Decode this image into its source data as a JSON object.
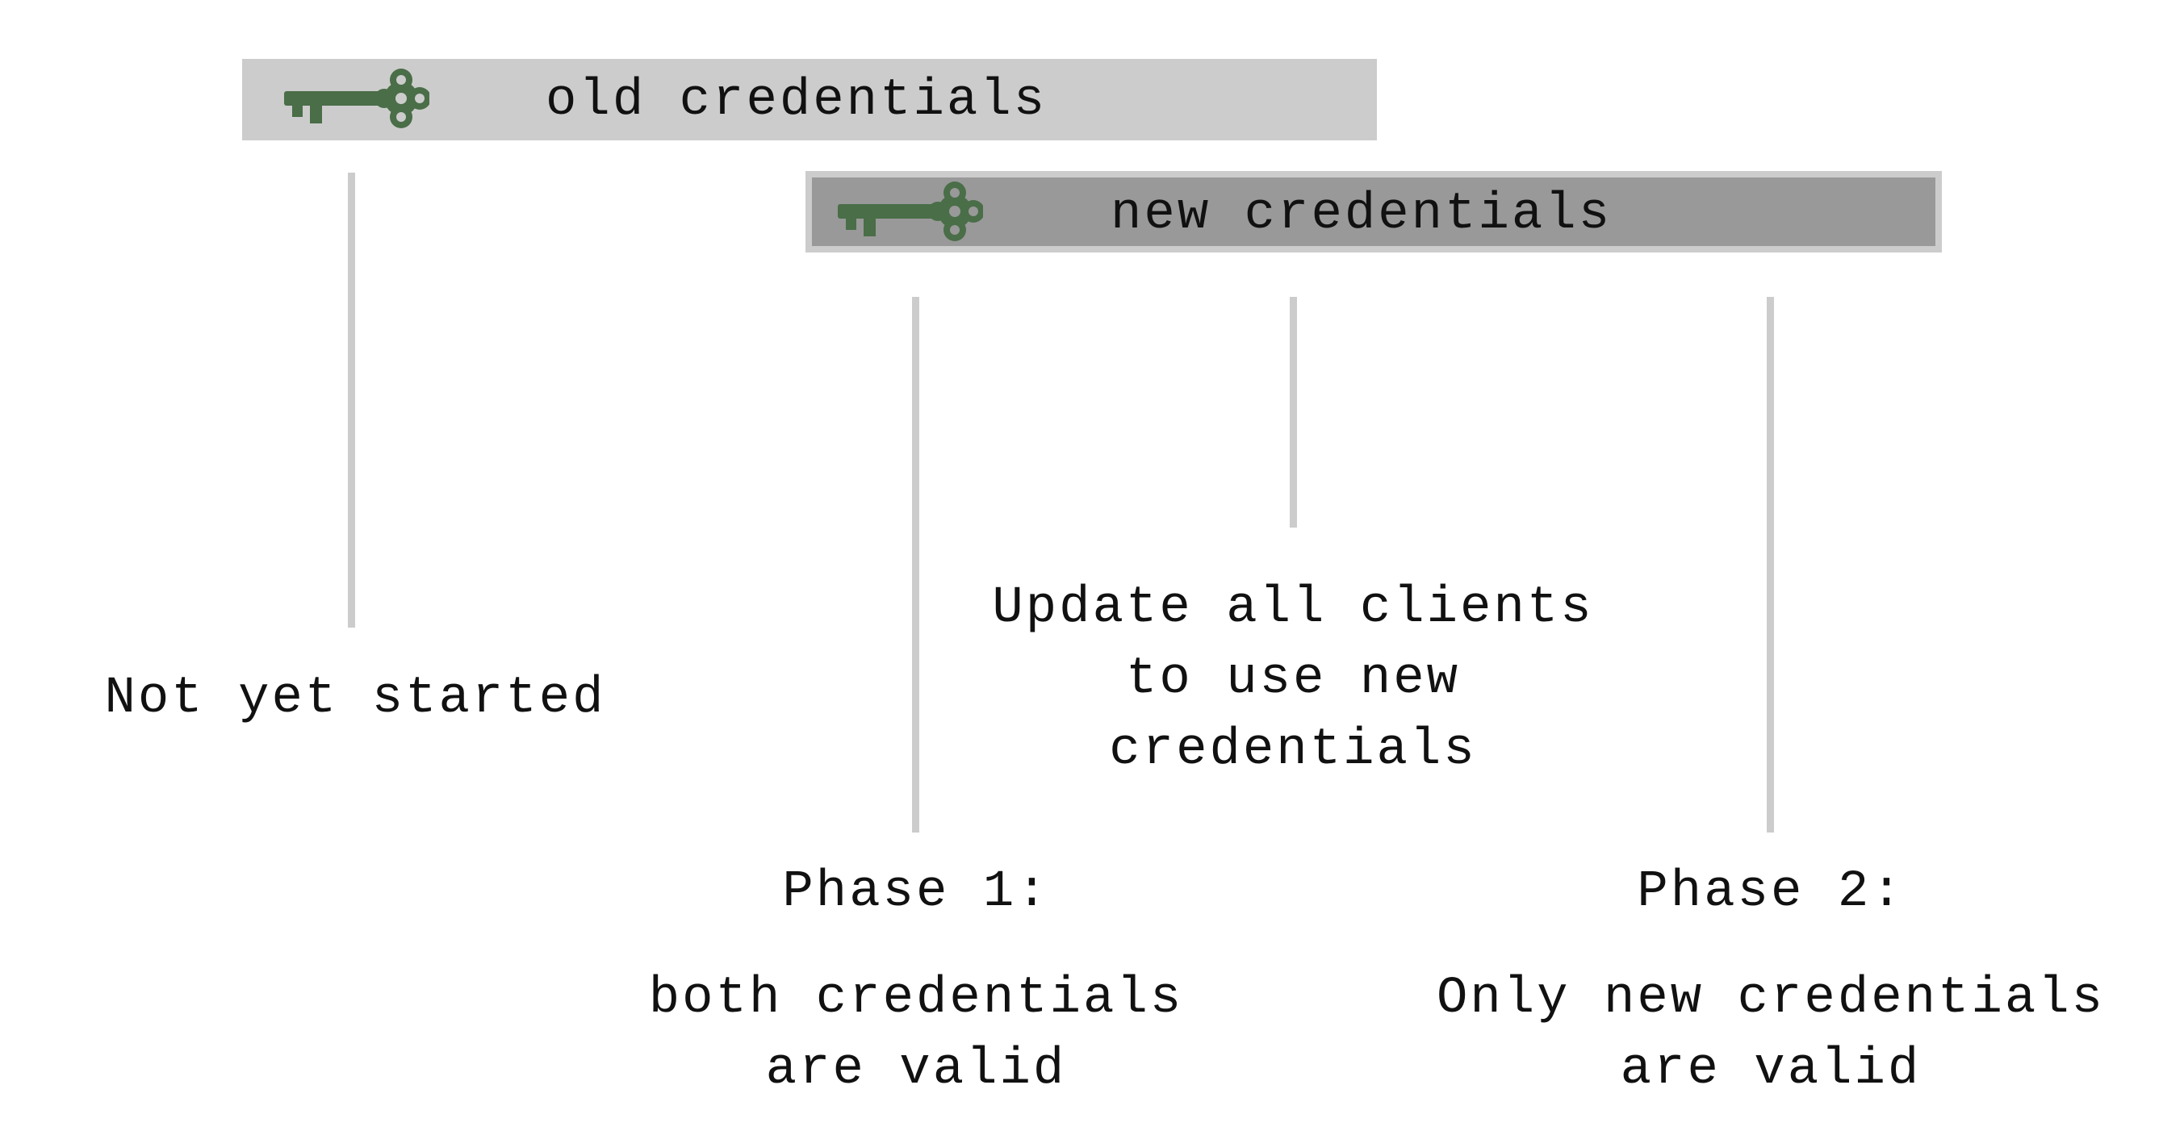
{
  "bars": {
    "old": {
      "label": "old credentials",
      "icon": "key-icon",
      "color": "#cccccc"
    },
    "new": {
      "label": "new credentials",
      "icon": "key-icon",
      "color": "#999999"
    }
  },
  "key_color": "#4a6e48",
  "line_color": "#cccccc",
  "labels": {
    "not_started": "Not yet started",
    "update_clients": "Update all clients\nto use new\ncredentials",
    "phase1_title": "Phase 1:",
    "phase1_desc": "both credentials\nare valid",
    "phase2_title": "Phase 2:",
    "phase2_desc": "Only new credentials\nare valid"
  }
}
